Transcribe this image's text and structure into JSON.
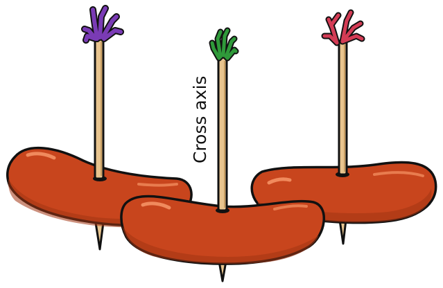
{
  "diagram": {
    "label": "Cross axis",
    "colors": {
      "sausage": "#c8451d",
      "sausage_shadow": "#a23412",
      "sausage_highlight": "#f08a5d",
      "outline": "#111111",
      "stick": "#e8c48e",
      "stick_shade": "#c99f63",
      "tassel_purple": "#7a3bb5",
      "tassel_green": "#2f9a3a",
      "tassel_red": "#d43c55"
    },
    "items": [
      {
        "name": "sausage-left",
        "tassel": "purple"
      },
      {
        "name": "sausage-center",
        "tassel": "green"
      },
      {
        "name": "sausage-right",
        "tassel": "red"
      }
    ]
  }
}
